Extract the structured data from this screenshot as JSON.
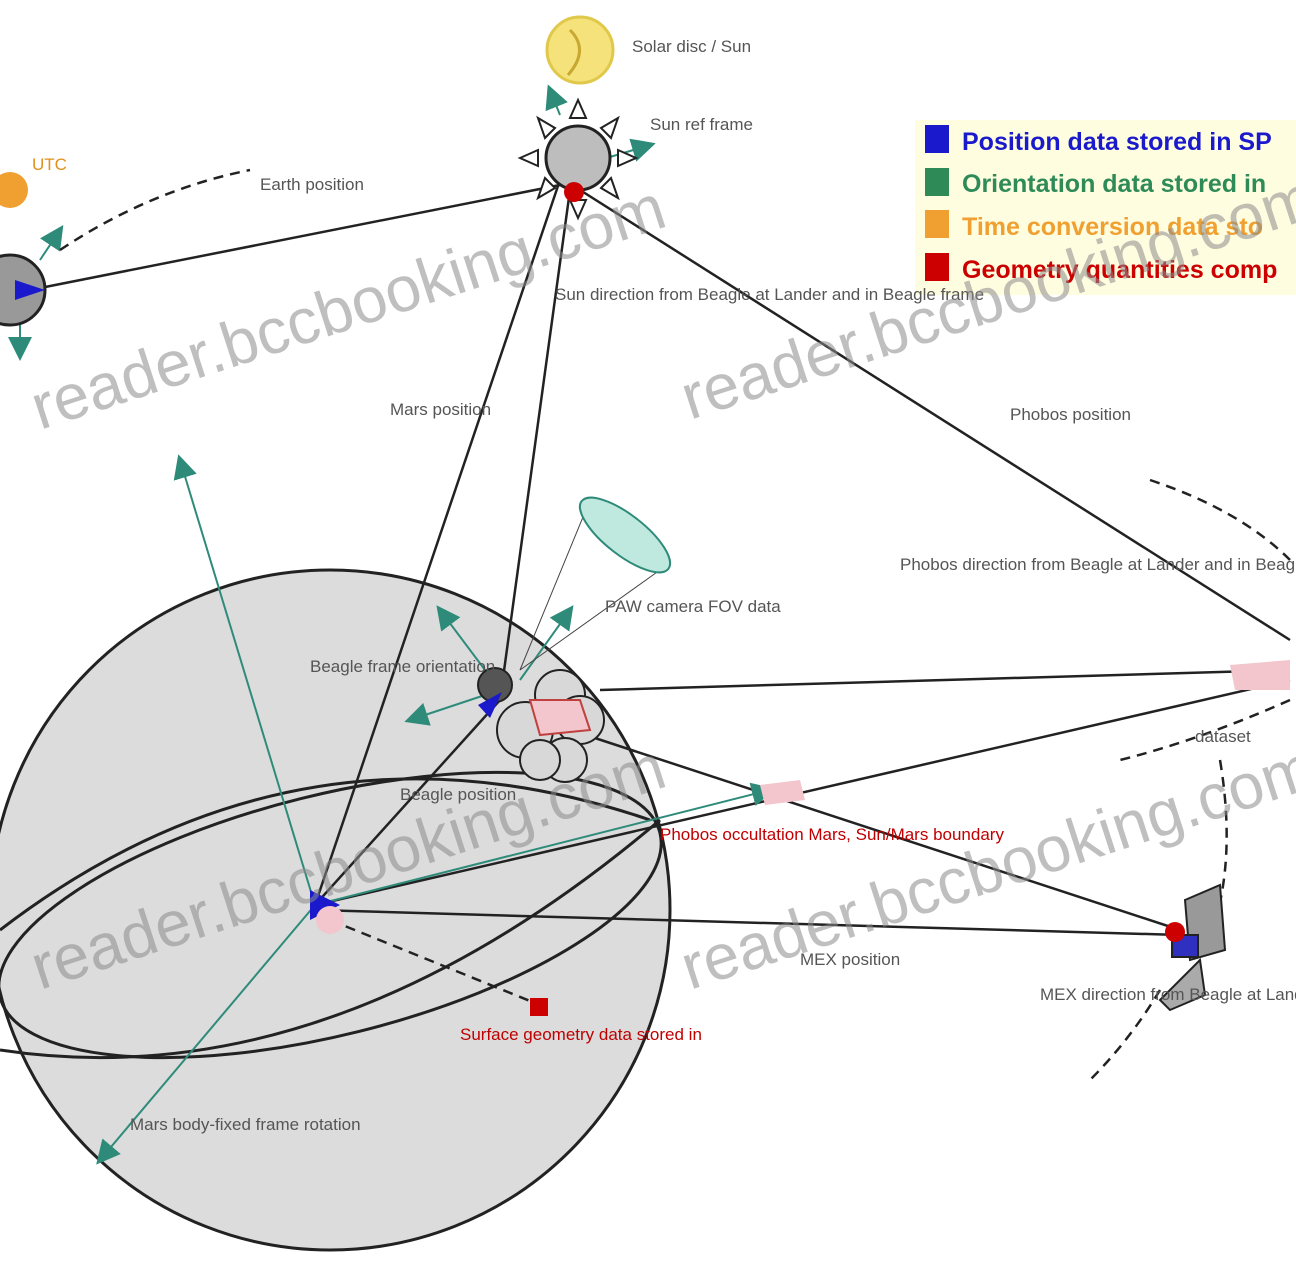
{
  "legend": {
    "items": [
      {
        "label": "Position data stored in SP",
        "color": "#1a1acc"
      },
      {
        "label": "Orientation data stored in",
        "color": "#2e8b57"
      },
      {
        "label": "Time conversion data sto",
        "color": "#f0a030"
      },
      {
        "label": "Geometry quantities comp",
        "color": "#cc0000"
      }
    ]
  },
  "labels": {
    "sun": "Solar disc / Sun",
    "utc": "UTC",
    "earth_position": "Earth position",
    "sun_frame": "Sun ref frame",
    "sun_direction": "Sun direction from Beagle at Lander and in Beagle frame",
    "mars_position": "Mars position",
    "phobos_position": "Phobos position",
    "phobos_direction": "Phobos direction from Beagle at Lander and in Beagle frame",
    "instrument_fov": "PAW camera FOV data",
    "beagle_frame": "Beagle frame orientation",
    "beagle_position": "Beagle position",
    "phobos_occultation": "Phobos occultation Mars, Sun/Mars boundary",
    "mex_position": "MEX position",
    "mex_direction": "MEX direction from Beagle at Lander and in Beagle frame",
    "surface_geometry": "Surface geometry data stored in",
    "body_fixed": "Mars body-fixed frame rotation",
    "dataset": "dataset"
  },
  "watermark": "reader.bccbooking.com",
  "colors": {
    "line": "#222222",
    "teal": "#2e8b7a",
    "position": "#1a1acc",
    "geometry": "#cc0000",
    "time": "#f0a030",
    "mars_fill": "#dcdcdc"
  }
}
